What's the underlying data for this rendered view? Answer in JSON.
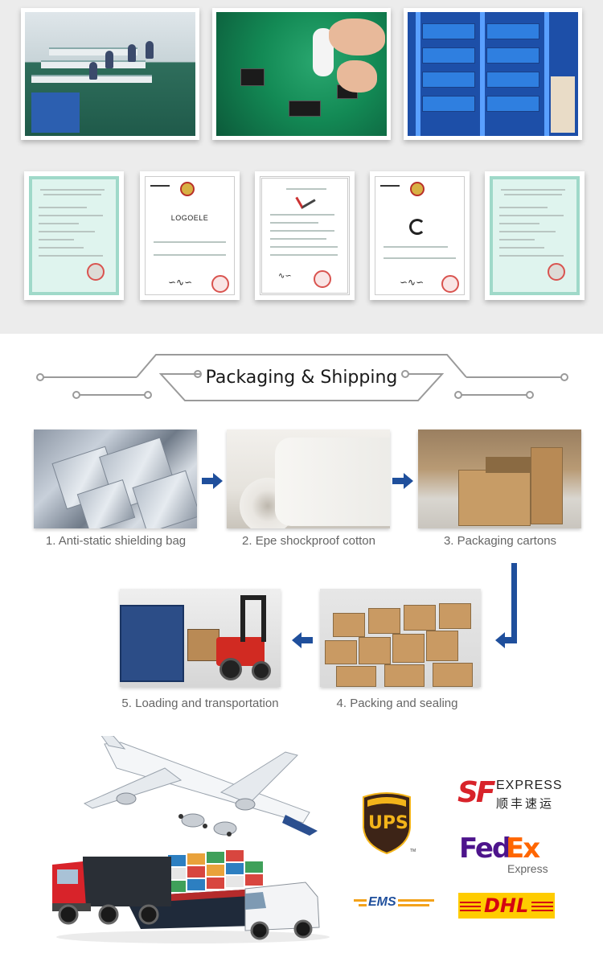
{
  "certificates": {
    "cert2_logo": "LOGOELE"
  },
  "heading": {
    "title": "Packaging & Shipping"
  },
  "steps": [
    {
      "label": "1. Anti-static shielding bag"
    },
    {
      "label": "2. Epe shockproof cotton"
    },
    {
      "label": "3. Packaging cartons"
    },
    {
      "label": "4. Packing and sealing"
    },
    {
      "label": "5. Loading and transportation"
    }
  ],
  "logos": {
    "ups": "UPS",
    "ups_tm": "TM",
    "sf_mark": "SF",
    "sf_express": "EXPRESS",
    "sf_chinese": "顺丰速运",
    "fedex_fed": "Fed",
    "fedex_ex": "Ex",
    "fedex_express": "Express",
    "ems": "EMS",
    "dhl": "DHL"
  },
  "colors": {
    "accent_blue": "#1f4f9c",
    "line_gray": "#9a9a9a",
    "ups_brown": "#3d2417",
    "ups_gold": "#f3b41a",
    "sf_red": "#d8232a",
    "fedex_purple": "#4d148c",
    "fedex_orange": "#ff6600",
    "dhl_yellow": "#ffcc00",
    "dhl_red": "#d40511"
  }
}
